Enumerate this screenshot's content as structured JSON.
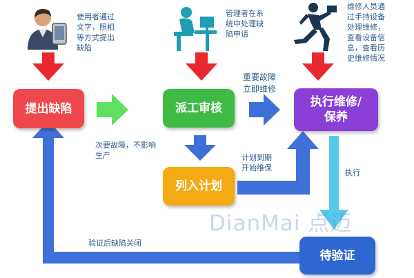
{
  "colors": {
    "red_box": "#f0474d",
    "green_box": "#3dbb44",
    "purple_box": "#8a3fd6",
    "yellow_box": "#f4aa12",
    "blue_box": "#2e67d1",
    "red_arrow": "#e8282e",
    "green_arrow": "#5fe05f",
    "blue_arrow": "#3f6fd8",
    "cyan_arrow": "#56c8ea",
    "note_text": "#2f5c8a"
  },
  "boxes": {
    "report": "提出缺陷",
    "dispatch": "派工审核",
    "repair": "执行维修/\n保养",
    "plan": "列入计划",
    "verify": "待验证"
  },
  "notes": {
    "user": "使用者通过\n文字，照相\n等方式提出\n缺陷",
    "manager": "管理者在系\n统中处理缺\n陷申请",
    "maintainer": "维修人员通\n过手持设备\n处理维修，\n查看设备信\n息，查看历\n史维修情况",
    "major_fault": "重要故障\n立即维修",
    "minor_fault": "次要故障，不影响\n生产",
    "scheduled": "计划到期\n开始维保",
    "execute": "执行",
    "verified": "验证后缺陷关闭"
  },
  "icons": {
    "user": "person-with-tablet-icon",
    "manager": "person-at-desk-icon",
    "maintainer": "running-person-with-briefcase-icon"
  },
  "watermark": {
    "latin": "DianMai",
    "cjk": "点迈"
  }
}
